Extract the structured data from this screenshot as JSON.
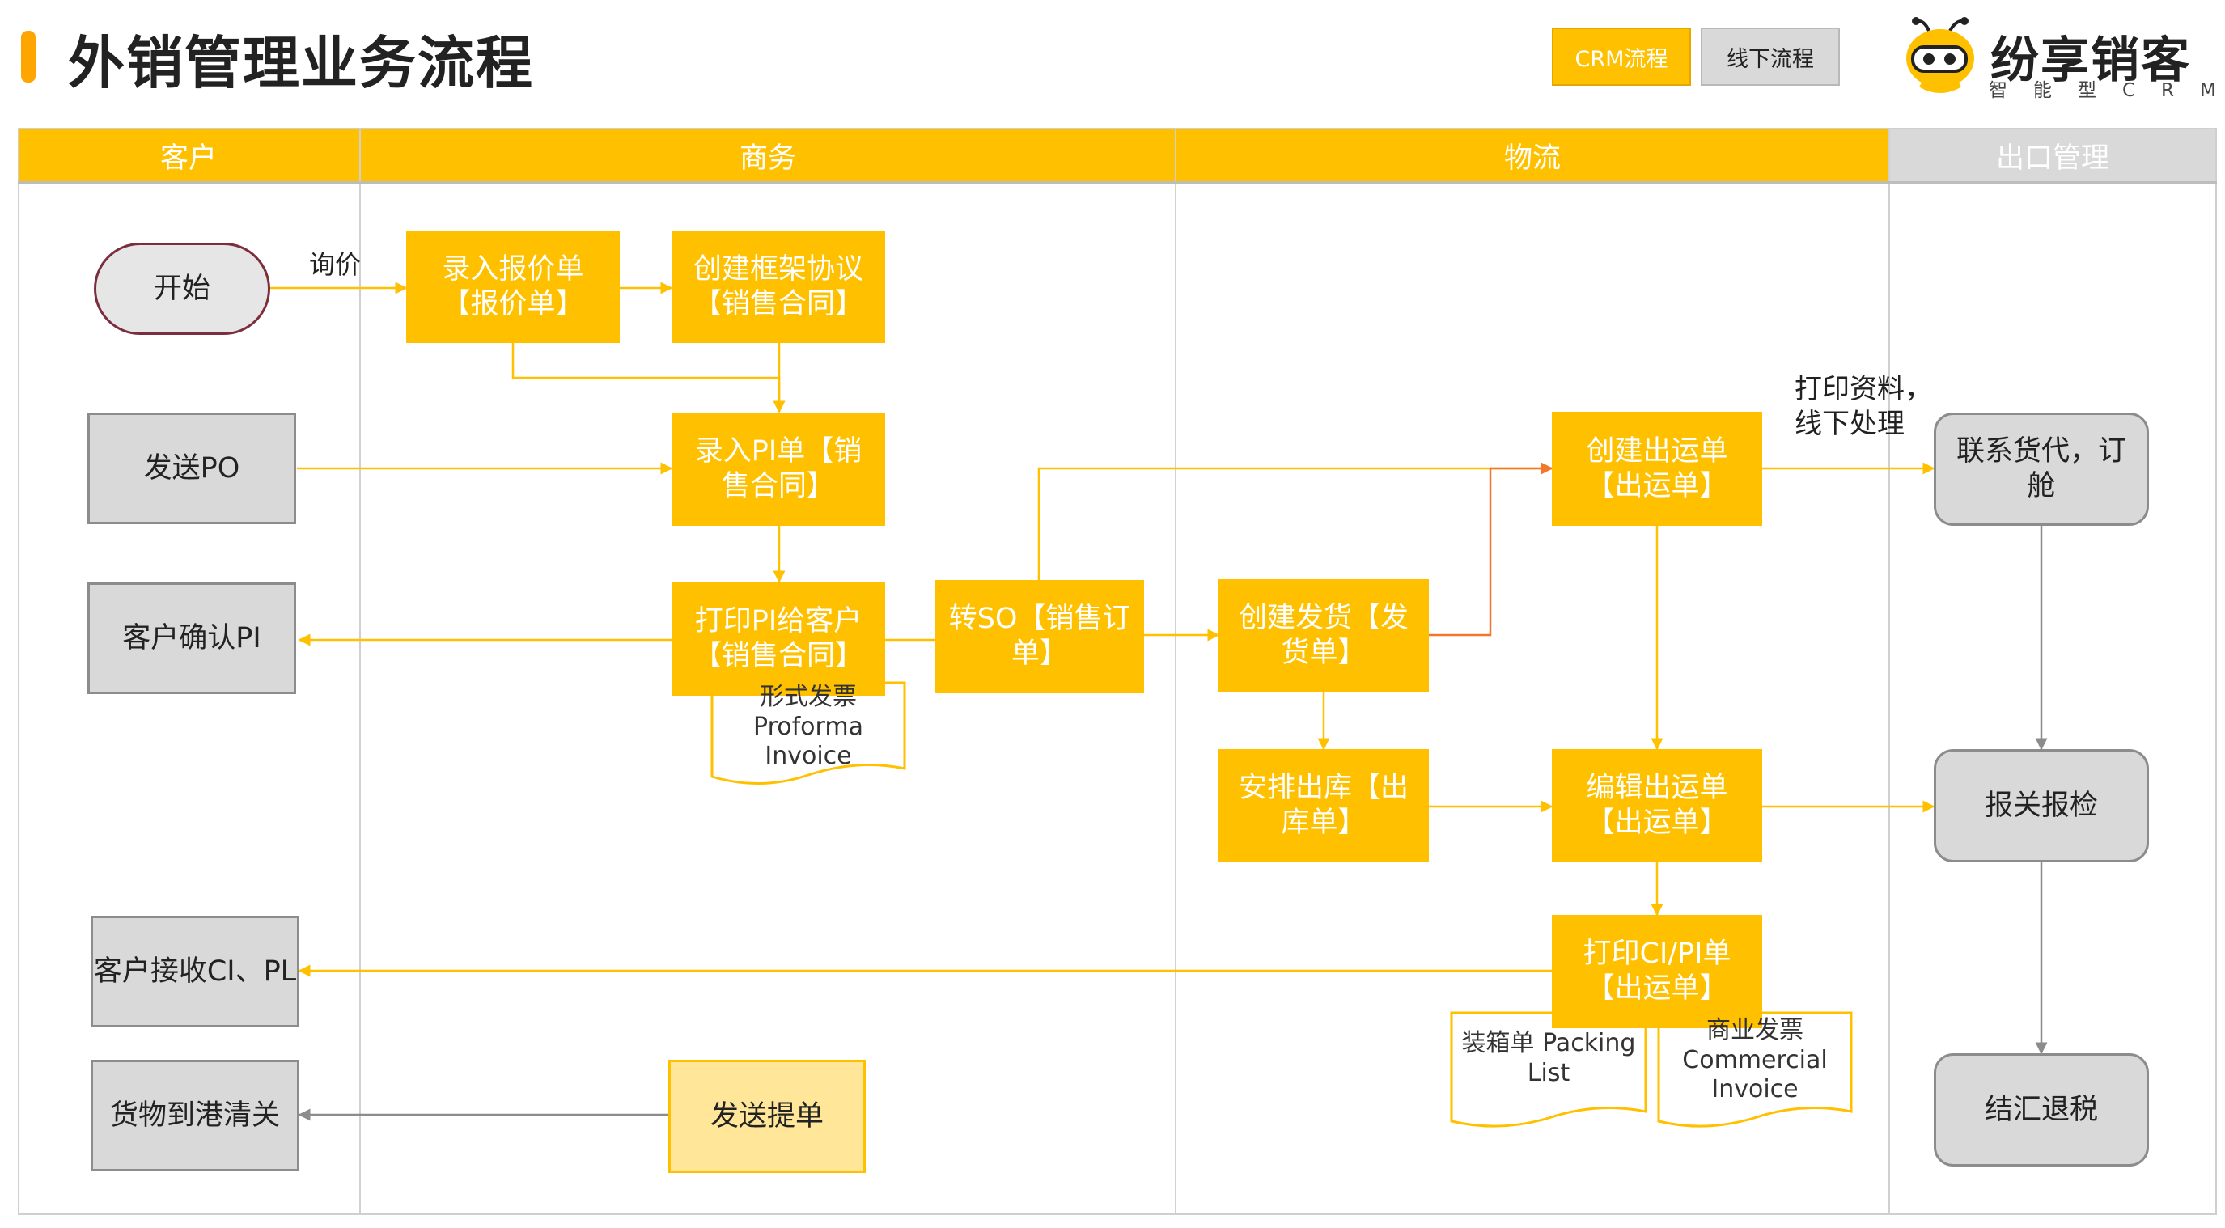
{
  "header": {
    "title": "外销管理业务流程",
    "buttons": {
      "crm": "CRM流程",
      "offline": "线下流程"
    },
    "logo": {
      "name": "纷享销客",
      "sub": "智能型CRM"
    }
  },
  "lanes": [
    "客户",
    "商务",
    "物流",
    "出口管理"
  ],
  "nodes": {
    "start": "开始",
    "send_po": "发送PO",
    "customer_confirm_pi": "客户确认PI",
    "customer_receive_ci_pl": "客户接收CI、PL",
    "goods_clearance": "货物到港清关",
    "quote": "录入报价单【报价单】",
    "frame_agreement": "创建框架协议【销售合同】",
    "input_pi": "录入PI单【销售合同】",
    "print_pi": "打印PI给客户【销售合同】",
    "to_so": "转SO【销售订单】",
    "send_bill": "发送提单",
    "create_delivery": "创建发货【发货单】",
    "arrange_out": "安排出库【出库单】",
    "create_shipment": "创建出运单【出运单】",
    "edit_shipment": "编辑出运单【出运单】",
    "print_ci_pi": "打印CI/PI单【出运单】",
    "contact_forwarder": "联系货代，订舱",
    "customs": "报关报检",
    "forex": "结汇退税"
  },
  "documents": {
    "proforma": "形式发票 Proforma Invoice",
    "packing": "装箱单 Packing List",
    "commercial": "商业发票 Commercial Invoice"
  },
  "labels": {
    "inquiry": "询价",
    "print_data": "打印资料，线下处理"
  },
  "colors": {
    "accent": "#FFC000",
    "line": "#FFC000",
    "orange_line": "#F4762B",
    "gray": "#D9D9D9"
  }
}
